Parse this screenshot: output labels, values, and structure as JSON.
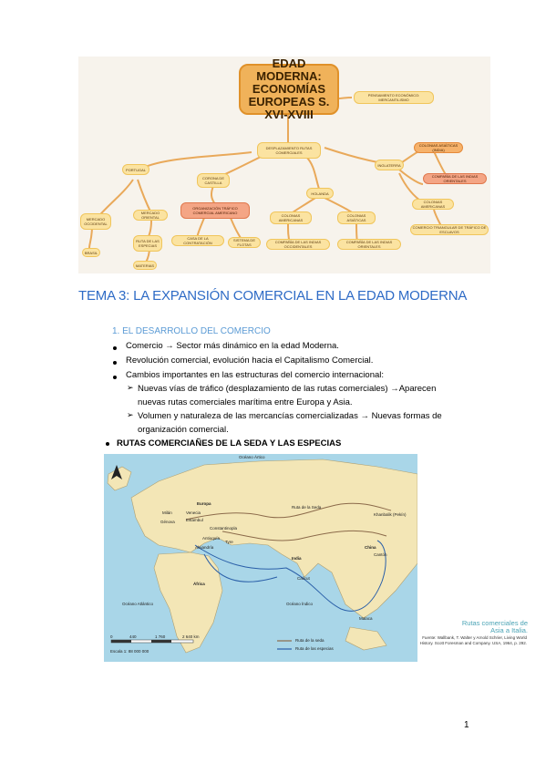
{
  "mindmap": {
    "main": "EDAD MODERNA: ECONOMÍAS EUROPEAS S. XVI-XVIII",
    "pensamiento": "PENSAMIENTO ECONÓMICO: MERCANTILISMO",
    "desplazamiento": "DESPLAZAMIENTO RUTAS COMERCIALES",
    "portugal": "PORTUGAL",
    "corona": "CORONA DE CASTILLA",
    "holanda": "HOLANDA",
    "inglaterra": "INGLATERRA",
    "mercado_occ": "MERCADO OCCIDENTAL",
    "mercado_ori": "MERCADO ORIENTAL",
    "brasil": "BRASIL",
    "ruta_especias": "RUTA DE LAS ESPECIAS",
    "materias": "MATERIAS",
    "organizacion": "ORGANIZACIÓN TRÁFICO COMERCIAL AMERICANO",
    "casa": "CASA DE LA CONTRATACIÓN",
    "sistema": "SISTEMA DE FLOTAS",
    "col_americanas": "COLONIAS AMERICANAS",
    "col_asiaticas": "COLONIAS ASIÁTICAS",
    "comp_occ": "COMPAÑÍA DE LAS INDIAS OCCIDENTALES",
    "comp_ori_h": "COMPAÑÍA DE LAS INDIAS ORIENTALES",
    "col_asiaticas_ing": "COLONIAS ASIÁTICAS (INDIA)",
    "comp_ori_i": "COMPAÑÍA DE LAS INDIAS ORIENTALES",
    "col_americanas_ing": "COLONIAS AMERICANAS",
    "triangular": "COMERCIO TRIANGULAR DE TRÁFICO DE ESCLAVOS"
  },
  "title": "TEMA 3: LA EXPANSIÓN COMERCIAL EN LA EDAD MODERNA",
  "section": "1.   EL DESARROLLO DEL COMERCIO",
  "bullets": [
    "Comercio → Sector más dinámico en la edad Moderna.",
    "Revolución comercial, evolución hacia el Capitalismo Comercial.",
    "Cambios importantes en las estructuras del comercio internacional:"
  ],
  "subbullets": [
    "Nuevas vías de tráfico (desplazamiento de las rutas comerciales) →Aparecen",
    "nuevas rutas comerciales marítima entre Europa y Asia.",
    "Volumen y naturaleza de las mercancías comercializadas → Nuevas formas de",
    "organización comercial."
  ],
  "sub_heading": "RUTAS COMERCIAÑES DE LA SEDA Y LAS ESPECIAS",
  "map": {
    "oceano_artico": "Océano Ártico",
    "europa": "Europa",
    "milan": "Milán",
    "venecia": "Venecia",
    "genova": "Génova",
    "estambul": "Estambul",
    "constantinopla": "Constantinopla",
    "antioquia": "Antioquía",
    "tyre": "Tyre",
    "alejandria": "Alejandría",
    "ruta_seda_label": "Ruta de la Seda",
    "india": "India",
    "china": "China",
    "khanbalik": "Khanbalik (Pekín)",
    "canton": "Cantón",
    "calicut": "Calicut",
    "africa": "África",
    "oceano_atlantico": "Océano Atlántico",
    "oceano_indico": "Océano Índico",
    "malaca": "Malaca",
    "scale_0": "0",
    "scale_1": "440",
    "scale_2": "1 760",
    "scale_3": "2 640 km",
    "escala": "Escala 1: 88 000 000",
    "legend_seda": "Ruta de la seda",
    "legend_especias": "Ruta de las especias"
  },
  "map_caption": "Rutas comerciales de Asia a Italia.",
  "map_source": "Fuente: Wallbank, T. Walter y Arnold Schrier, Living World History. Scott Foresman and Company. USA, 1964, p. 292.",
  "page_number": "1",
  "colors": {
    "title_blue": "#2e6bc6",
    "section_blue": "#5b9bd5",
    "silk_route": "#8b6a4a",
    "spice_route": "#2a5fa8"
  }
}
